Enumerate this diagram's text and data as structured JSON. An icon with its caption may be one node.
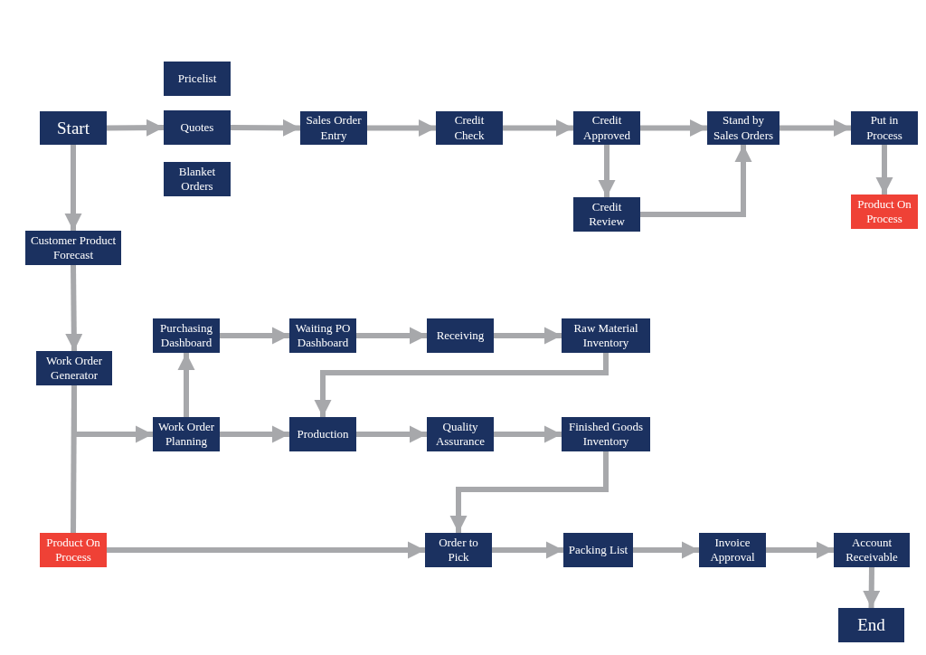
{
  "diagram": {
    "nodes": [
      {
        "text": [
          "Start"
        ]
      },
      {
        "text": [
          "Pricelist"
        ]
      },
      {
        "text": [
          "Quotes"
        ]
      },
      {
        "text": [
          "Blanket Orders"
        ]
      },
      {
        "text": [
          "Sales Order Entry"
        ]
      },
      {
        "text": [
          "Credit Check"
        ]
      },
      {
        "text": [
          "Credit Approved"
        ]
      },
      {
        "text": [
          "Credit Review"
        ]
      },
      {
        "text": [
          "Stand by Sales Orders"
        ]
      },
      {
        "text": [
          "Put in Process"
        ]
      },
      {
        "text": [
          "Product On Process"
        ]
      },
      {
        "text": [
          "Customer Product Forecast"
        ]
      },
      {
        "text": [
          "Work Order Generator"
        ]
      },
      {
        "text": [
          "Purchasing Dashboard"
        ]
      },
      {
        "text": [
          "Waiting PO Dashboard"
        ]
      },
      {
        "text": [
          "Receiving"
        ]
      },
      {
        "text": [
          "Raw Material Inventory"
        ]
      },
      {
        "text": [
          "Work Order Planning"
        ]
      },
      {
        "text": [
          "Production"
        ]
      },
      {
        "text": [
          "Quality Assurance"
        ]
      },
      {
        "text": [
          "Finished Goods Inventory"
        ]
      },
      {
        "text": [
          "Product On Process"
        ]
      },
      {
        "text": [
          "Order to Pick"
        ]
      },
      {
        "text": [
          "Packing List"
        ]
      },
      {
        "text": [
          "Invoice Approval"
        ]
      },
      {
        "text": [
          "Account Receivable"
        ]
      },
      {
        "text": [
          "End"
        ]
      }
    ],
    "edges": [
      {
        "from": 0,
        "to": 2,
        "arrow": "to"
      },
      {
        "from": 2,
        "to": 4,
        "arrow": "to"
      },
      {
        "from": 4,
        "to": 5,
        "arrow": "to"
      },
      {
        "from": 5,
        "to": 6,
        "arrow": "to"
      },
      {
        "from": 6,
        "to": 8,
        "arrow": "to"
      },
      {
        "from": 8,
        "to": 9,
        "arrow": "to"
      },
      {
        "from": 6,
        "to": 7,
        "arrow": "to"
      },
      {
        "from": 7,
        "to": 8,
        "arrow": "to"
      },
      {
        "from": 9,
        "to": 10,
        "arrow": "to"
      },
      {
        "from": 0,
        "to": 11,
        "arrow": "to"
      },
      {
        "from": 11,
        "to": 12,
        "arrow": "to"
      },
      {
        "from": 12,
        "to": 17,
        "arrow": "to"
      },
      {
        "from": 12,
        "to": 21,
        "arrow": "none"
      },
      {
        "from": 17,
        "to": 13,
        "arrow": "to"
      },
      {
        "from": 13,
        "to": 14,
        "arrow": "to"
      },
      {
        "from": 14,
        "to": 15,
        "arrow": "to"
      },
      {
        "from": 15,
        "to": 16,
        "arrow": "to"
      },
      {
        "from": 16,
        "to": 18,
        "arrow": "to"
      },
      {
        "from": 17,
        "to": 18,
        "arrow": "to"
      },
      {
        "from": 18,
        "to": 19,
        "arrow": "to"
      },
      {
        "from": 19,
        "to": 20,
        "arrow": "to"
      },
      {
        "from": 20,
        "to": 22,
        "arrow": "to"
      },
      {
        "from": 21,
        "to": 22,
        "arrow": "to"
      },
      {
        "from": 22,
        "to": 23,
        "arrow": "to"
      },
      {
        "from": 23,
        "to": 24,
        "arrow": "to"
      },
      {
        "from": 24,
        "to": 25,
        "arrow": "to"
      },
      {
        "from": 25,
        "to": 26,
        "arrow": "to"
      }
    ]
  }
}
